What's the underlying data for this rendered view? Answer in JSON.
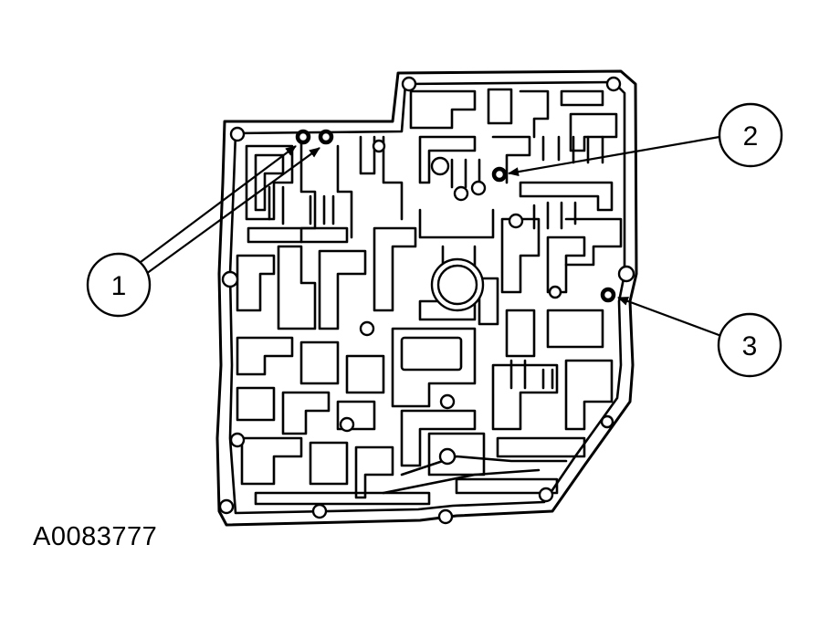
{
  "figure": {
    "reference_code": "A0083777",
    "callouts": [
      {
        "id": "callout-1",
        "label": "1"
      },
      {
        "id": "callout-2",
        "label": "2"
      },
      {
        "id": "callout-3",
        "label": "3"
      }
    ],
    "colors": {
      "line": "#000000",
      "background": "#ffffff"
    }
  }
}
